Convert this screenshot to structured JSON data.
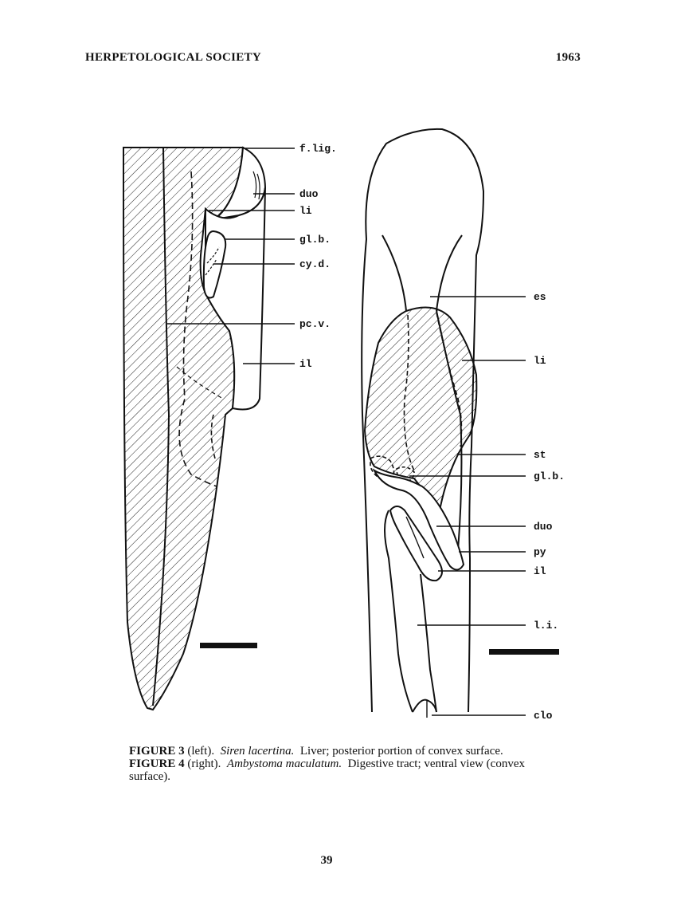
{
  "header": {
    "left": "HERPETOLOGICAL SOCIETY",
    "right": "1963"
  },
  "figure3": {
    "labels": [
      "f.lig.",
      "duo",
      "li",
      "gl.b.",
      "cy.d.",
      "pc.v.",
      "il"
    ]
  },
  "figure4": {
    "labels": [
      "es",
      "li",
      "st",
      "gl.b.",
      "duo",
      "py",
      "il",
      "l.i.",
      "clo"
    ]
  },
  "caption": {
    "fig3_label": "FIGURE 3",
    "fig3_pos": "(left).",
    "fig3_species": "Siren lacertina.",
    "fig3_text": "Liver; posterior portion of convex surface.",
    "fig4_label": "FIGURE 4",
    "fig4_pos": "(right).",
    "fig4_species": "Ambystoma maculatum.",
    "fig4_text": "Digestive tract; ventral view (convex surface)."
  },
  "page_number": "39"
}
